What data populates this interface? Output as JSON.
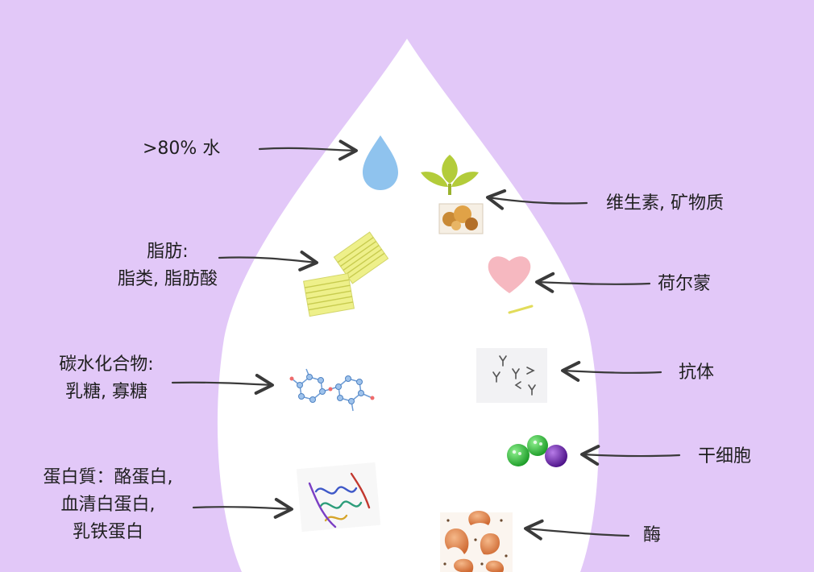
{
  "labels": {
    "water": ">80% 水",
    "vitamins": "维生素, 矿物质",
    "fat_line1": "脂肪:",
    "fat_line2": "脂类, 脂肪酸",
    "hormones": "荷尔蒙",
    "carb_line1": "碳水化合物:",
    "carb_line2": "乳糖, 寡糖",
    "antibodies": "抗体",
    "stemcells": "干细胞",
    "protein_line1": "蛋白質：酪蛋白,",
    "protein_line2": "血清白蛋白,",
    "protein_line3": "乳铁蛋白",
    "enzymes": "酶"
  },
  "colors": {
    "background": "#e2c8f8",
    "drop": "#ffffff",
    "water_icon": "#8fc3ee",
    "leaf": "#b3cc3a",
    "heart": "#f6b8c0",
    "stem_green": "#2fb33a",
    "stem_purple": "#6b1fa8",
    "enzyme": "#e08a55"
  }
}
